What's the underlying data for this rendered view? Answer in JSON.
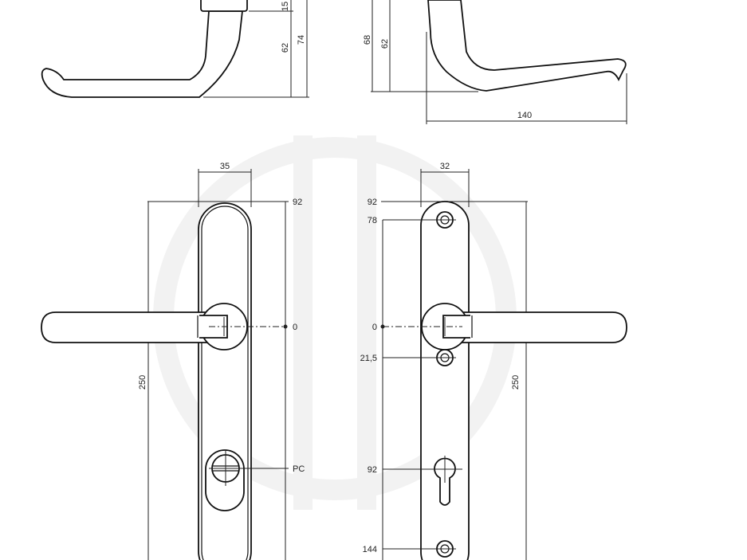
{
  "drawing": {
    "side_view_left": {
      "dims": [
        "15",
        "62",
        "74"
      ]
    },
    "side_view_right": {
      "dims": [
        "68",
        "62",
        "140"
      ]
    },
    "front_view_left": {
      "width": "35",
      "top": "92",
      "center": "0",
      "length": "250",
      "cylinder": "PC"
    },
    "front_view_right": {
      "width": "32",
      "top": "92",
      "screw_top": "78",
      "center": "0",
      "screw_mid": "21,5",
      "length": "250",
      "cylinder": "92",
      "screw_bottom": "144"
    }
  }
}
